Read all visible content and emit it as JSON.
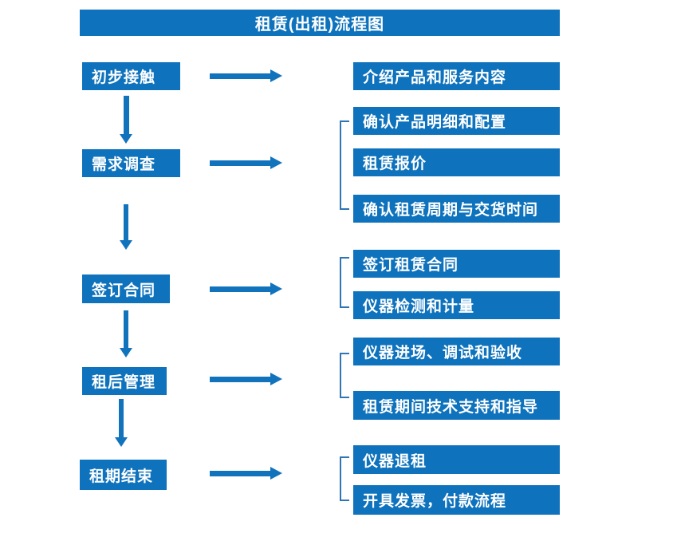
{
  "title": "租赁(出租)流程图",
  "colors": {
    "box_fill": "#0e72bc",
    "arrow": "#1273bd",
    "bracket": "#2e75b6",
    "text": "#ffffff",
    "background": "#ffffff"
  },
  "stages": [
    {
      "label": "初步接触"
    },
    {
      "label": "需求调查"
    },
    {
      "label": "签订合同"
    },
    {
      "label": "租后管理"
    },
    {
      "label": "租期结束"
    }
  ],
  "details": [
    {
      "label": "介绍产品和服务内容"
    },
    {
      "label": "确认产品明细和配置"
    },
    {
      "label": "租赁报价"
    },
    {
      "label": "确认租赁周期与交货时间"
    },
    {
      "label": "签订租赁合同"
    },
    {
      "label": "仪器检测和计量"
    },
    {
      "label": "仪器进场、调试和验收"
    },
    {
      "label": "租赁期间技术支持和指导"
    },
    {
      "label": "仪器退租"
    },
    {
      "label": "开具发票，付款流程"
    }
  ]
}
